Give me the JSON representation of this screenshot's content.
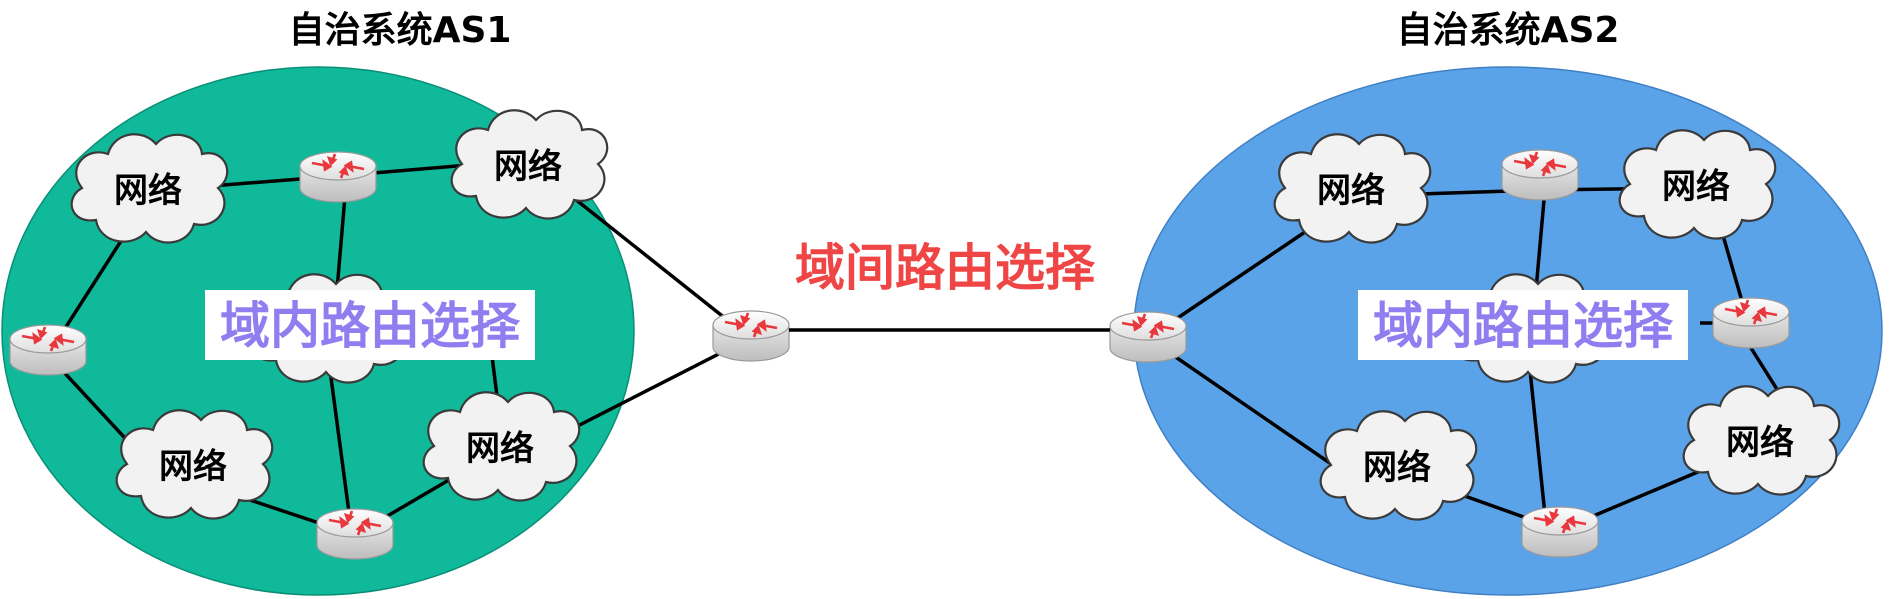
{
  "as1": {
    "title": "自治系统AS1",
    "fill": "#0fb99a",
    "intra_label": "域内路由选择"
  },
  "as2": {
    "title": "自治系统AS2",
    "fill": "#5ba3e8",
    "intra_label": "域内路由选择"
  },
  "inter_label": "域间路由选择",
  "network_label": "网络",
  "colors": {
    "intra_text": "#8f7ef0",
    "inter_text": "#ef4545",
    "router_arrow": "#e8383d",
    "router_body": "#e9e9e9"
  }
}
